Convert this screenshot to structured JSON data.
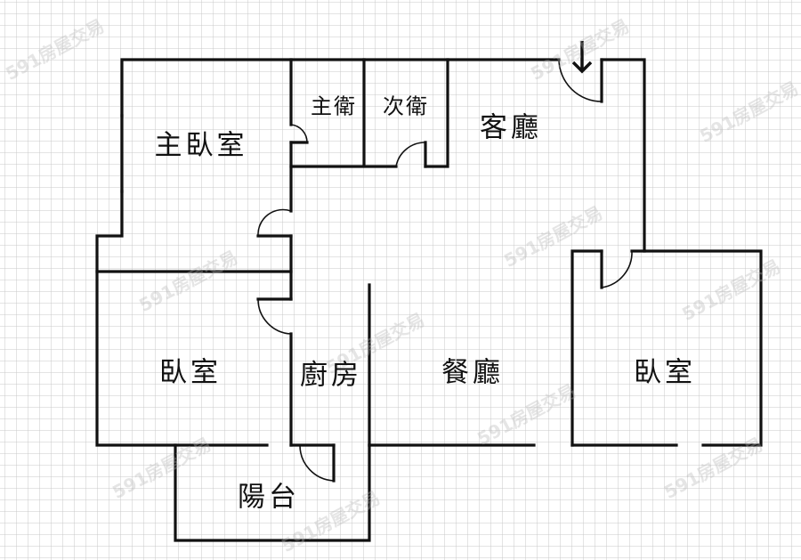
{
  "floorplan": {
    "rooms": {
      "master_bedroom": "主臥室",
      "master_bath": "主衛",
      "second_bath": "次衛",
      "living_room": "客廳",
      "bedroom_left": "臥室",
      "kitchen": "廚房",
      "dining_room": "餐廳",
      "bedroom_right": "臥室",
      "balcony": "陽台"
    },
    "entrance_icon": "arrow-down-icon",
    "watermark": "591房屋交易",
    "colors": {
      "wall": "#111111",
      "grid": "#c9c9c9",
      "background": "#ffffff"
    }
  }
}
